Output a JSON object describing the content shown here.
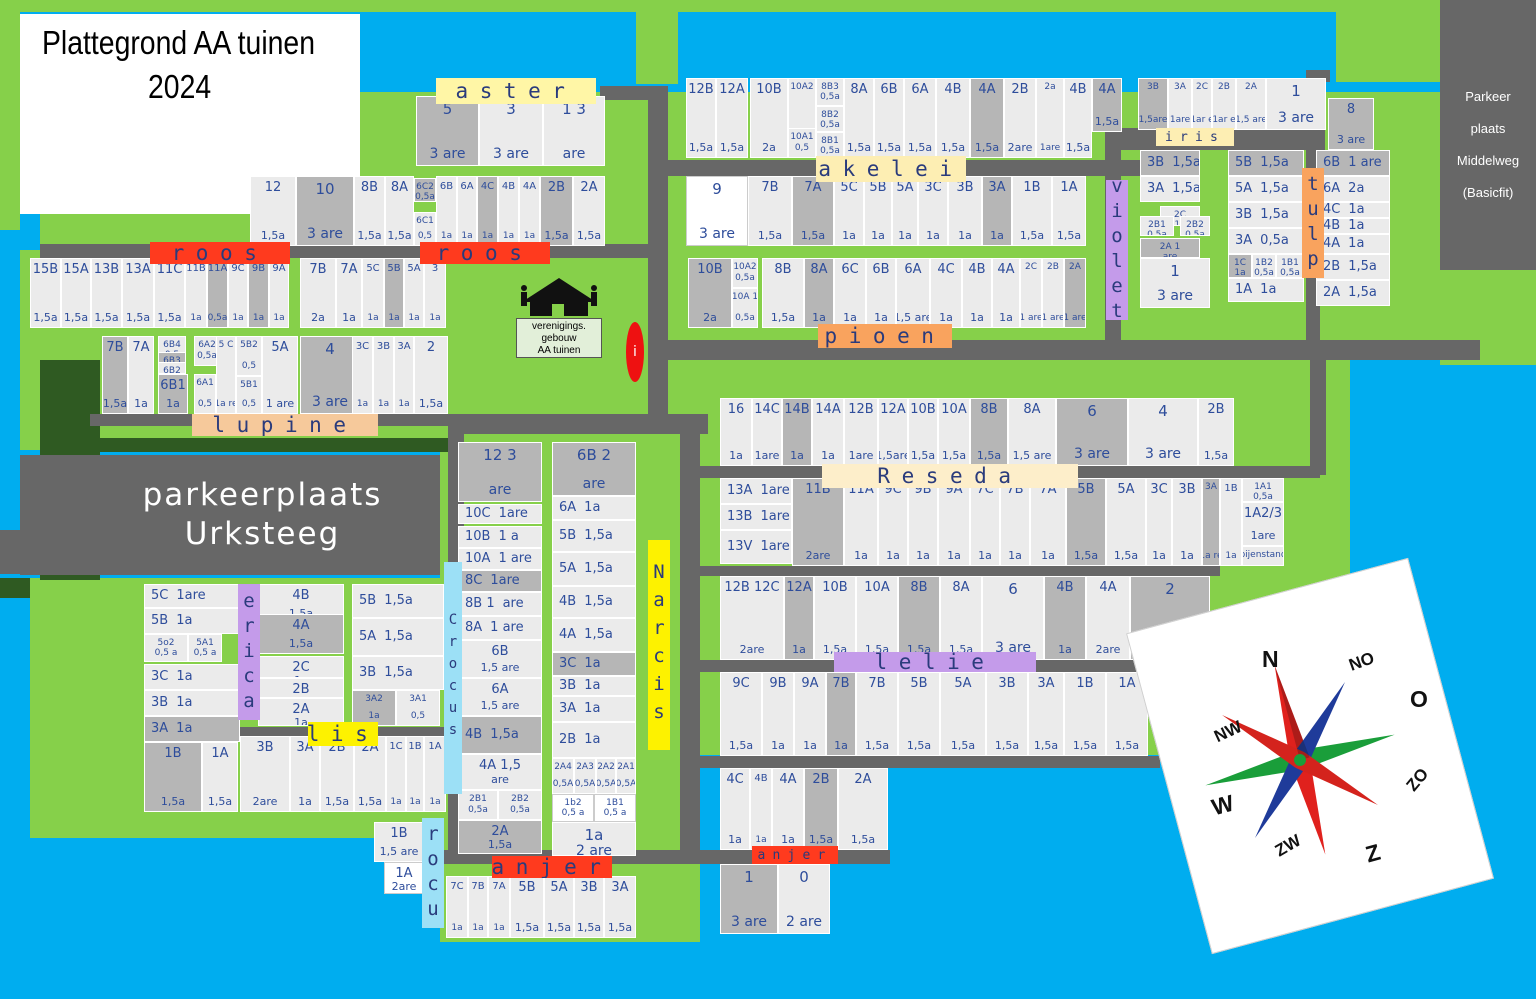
{
  "title": {
    "line1": "Plattegrond AA tuinen",
    "line2": "2024"
  },
  "building": {
    "line1": "verenigings.",
    "line2": "gebouw",
    "line3": "AA tuinen"
  },
  "info_marker": "i",
  "parking_urksteeg": {
    "line1": "parkeerplaats",
    "line2": "Urksteeg"
  },
  "parking_middelweg": {
    "line1": "Parkeer",
    "line2": "plaats",
    "line3": "Middelweg",
    "line4": "(Basicfit)"
  },
  "compass": {
    "N": "N",
    "NO": "NO",
    "O": "O",
    "ZO": "ZO",
    "Z": "Z",
    "ZW": "ZW",
    "W": "W",
    "NW": "NW"
  },
  "colors": {
    "water": "#00adef",
    "grass": "#86d04a",
    "dark_grass": "#2f5a22",
    "path": "#676767",
    "plot_light": "#ebebeb",
    "plot_dark": "#b6b6b6",
    "text_blue": "#2e4d9b"
  },
  "streets": [
    {
      "name": "aster",
      "color": "#fff6a6"
    },
    {
      "name": "akelei",
      "color": "#fdeeb3"
    },
    {
      "name": "iris",
      "color": "#fdeeb3"
    },
    {
      "name": "roos",
      "color": "#ff3a1e"
    },
    {
      "name": "roos",
      "color": "#ff3a1e"
    },
    {
      "name": "violet",
      "color": "#c49bea"
    },
    {
      "name": "tulp",
      "color": "#f9a35e"
    },
    {
      "name": "pioen",
      "color": "#f9a35e"
    },
    {
      "name": "lupine",
      "color": "#f6c99b"
    },
    {
      "name": "Reseda",
      "color": "#fdeeca"
    },
    {
      "name": "Narcis",
      "color": "#fdf200"
    },
    {
      "name": "Crocus",
      "color": "#9ce0f6"
    },
    {
      "name": "crocus",
      "color": "#9ce0f6"
    },
    {
      "name": "erica",
      "color": "#c49bea"
    },
    {
      "name": "lis",
      "color": "#fdf200"
    },
    {
      "name": "lelie",
      "color": "#c49bea"
    },
    {
      "name": "anjer",
      "color": "#ff3a1e"
    },
    {
      "name": "anjer",
      "color": "#ff3a1e"
    }
  ],
  "plots": [
    {
      "id": "5",
      "size": "3 are"
    },
    {
      "id": "3",
      "size": "3 are"
    },
    {
      "id": "1 3",
      "size": "are"
    },
    {
      "id": "12",
      "size": "1,5a"
    },
    {
      "id": "10",
      "size": "3 are"
    },
    {
      "id": "8B",
      "size": "1,5a"
    },
    {
      "id": "8A",
      "size": "1,5a"
    },
    {
      "id": "6C2",
      "size": "0,5a"
    },
    {
      "id": "6C1",
      "size": "0,5"
    },
    {
      "id": "6B",
      "size": "1a"
    },
    {
      "id": "6A",
      "size": "1a"
    },
    {
      "id": "4C",
      "size": "1a"
    },
    {
      "id": "4B",
      "size": "1a"
    },
    {
      "id": "4A",
      "size": "1a"
    },
    {
      "id": "2B",
      "size": "1,5a"
    },
    {
      "id": "2A",
      "size": "1,5a"
    },
    {
      "id": "15B",
      "size": "1,5a"
    },
    {
      "id": "15A",
      "size": "1,5a"
    },
    {
      "id": "13B",
      "size": "1,5a"
    },
    {
      "id": "13A",
      "size": "1,5a"
    },
    {
      "id": "11C",
      "size": "1,5a"
    },
    {
      "id": "11B",
      "size": "1a"
    },
    {
      "id": "11A",
      "size": "0,5a"
    },
    {
      "id": "9C",
      "size": "1a"
    },
    {
      "id": "9B",
      "size": "1a"
    },
    {
      "id": "9A",
      "size": "1a"
    },
    {
      "id": "7B",
      "size": "2a"
    },
    {
      "id": "7A",
      "size": "1a"
    },
    {
      "id": "5C",
      "size": "1a"
    },
    {
      "id": "5B",
      "size": "1a"
    },
    {
      "id": "5A",
      "size": "1a"
    },
    {
      "id": "3",
      "size": "1a"
    },
    {
      "id": "7B",
      "size": "1,5a"
    },
    {
      "id": "7A",
      "size": "1a"
    },
    {
      "id": "6B4",
      "size": "0,5"
    },
    {
      "id": "6B3",
      "size": "0,5"
    },
    {
      "id": "6B2",
      "size": "0,5"
    },
    {
      "id": "6A2",
      "size": "0,5a"
    },
    {
      "id": "6B1",
      "size": "1a"
    },
    {
      "id": "6A1",
      "size": "0,5"
    },
    {
      "id": "5 C",
      "size": "1a re"
    },
    {
      "id": "5B2",
      "size": "0,5"
    },
    {
      "id": "5B1",
      "size": "0,5"
    },
    {
      "id": "5A",
      "size": "1 are"
    },
    {
      "id": "4",
      "size": "3 are"
    },
    {
      "id": "3C",
      "size": "1a"
    },
    {
      "id": "3B",
      "size": "1a"
    },
    {
      "id": "3A",
      "size": "1a"
    },
    {
      "id": "2",
      "size": "1,5a"
    },
    {
      "id": "12B",
      "size": "1,5a"
    },
    {
      "id": "12A",
      "size": "1,5a"
    },
    {
      "id": "10B",
      "size": "2a"
    },
    {
      "id": "10A2",
      "size": "0,5 a"
    },
    {
      "id": "10A1",
      "size": "0,5"
    },
    {
      "id": "8B3",
      "size": "0,5a"
    },
    {
      "id": "8B2",
      "size": "0,5a"
    },
    {
      "id": "8B1",
      "size": "0,5a"
    },
    {
      "id": "8A",
      "size": "1,5a"
    },
    {
      "id": "6B",
      "size": "1,5a"
    },
    {
      "id": "6A",
      "size": "1,5a"
    },
    {
      "id": "4B",
      "size": "1,5a"
    },
    {
      "id": "4A",
      "size": "1,5a"
    },
    {
      "id": "2B",
      "size": "2are"
    },
    {
      "id": "2a",
      "size": "1are"
    },
    {
      "id": "4B",
      "size": "1,5a"
    },
    {
      "id": "4A",
      "size": "1,5a"
    },
    {
      "id": "3B",
      "size": "1,5are"
    },
    {
      "id": "3A",
      "size": "1are"
    },
    {
      "id": "2C",
      "size": "1ar e"
    },
    {
      "id": "2B",
      "size": "1ar e"
    },
    {
      "id": "2A",
      "size": "1,5 are"
    },
    {
      "id": "1",
      "size": "3 are"
    },
    {
      "id": "8",
      "size": "3 are"
    },
    {
      "id": "9",
      "size": "3 are"
    },
    {
      "id": "7B",
      "size": "1,5a"
    },
    {
      "id": "7A",
      "size": "1,5a"
    },
    {
      "id": "5C",
      "size": "1a"
    },
    {
      "id": "5B",
      "size": "1a"
    },
    {
      "id": "5A",
      "size": "1a"
    },
    {
      "id": "3C",
      "size": "1a"
    },
    {
      "id": "3B",
      "size": "1a"
    },
    {
      "id": "3A",
      "size": "1a"
    },
    {
      "id": "1B",
      "size": "1,5a"
    },
    {
      "id": "1A",
      "size": "1,5a"
    },
    {
      "id": "10B",
      "size": "2a"
    },
    {
      "id": "10A2",
      "size": "0,5a"
    },
    {
      "id": "10A 1",
      "size": "0,5a"
    },
    {
      "id": "8B",
      "size": "1,5a"
    },
    {
      "id": "8A",
      "size": "1a"
    },
    {
      "id": "6C",
      "size": "1a"
    },
    {
      "id": "6B",
      "size": "1a"
    },
    {
      "id": "6A",
      "size": "1,5 are"
    },
    {
      "id": "4C",
      "size": "1a"
    },
    {
      "id": "4B",
      "size": "1a"
    },
    {
      "id": "4A",
      "size": "1a"
    },
    {
      "id": "2C",
      "size": "1 are"
    },
    {
      "id": "2B",
      "size": "1 are"
    },
    {
      "id": "2A",
      "size": "1 are"
    },
    {
      "id": "3B",
      "size": "1,5a"
    },
    {
      "id": "3A",
      "size": "1,5a"
    },
    {
      "id": "2C",
      "size": "1a"
    },
    {
      "id": "2B1",
      "size": "0,5a"
    },
    {
      "id": "2B2",
      "size": "0,5a"
    },
    {
      "id": "2A 1",
      "size": "are"
    },
    {
      "id": "1",
      "size": "3 are"
    },
    {
      "id": "5B",
      "size": "1,5a"
    },
    {
      "id": "5A",
      "size": "1,5a"
    },
    {
      "id": "3B",
      "size": "1,5a"
    },
    {
      "id": "3A",
      "size": "0,5a"
    },
    {
      "id": "1C",
      "size": "1a"
    },
    {
      "id": "1B2",
      "size": "0,5a"
    },
    {
      "id": "1B1",
      "size": "0,5a"
    },
    {
      "id": "1A",
      "size": "1a"
    },
    {
      "id": "6B",
      "size": "1 are"
    },
    {
      "id": "6A",
      "size": "2a"
    },
    {
      "id": "4C",
      "size": "1a"
    },
    {
      "id": "4B",
      "size": "1a"
    },
    {
      "id": "4A",
      "size": "1a"
    },
    {
      "id": "2B",
      "size": "1,5a"
    },
    {
      "id": "2A",
      "size": "1,5a"
    },
    {
      "id": "16",
      "size": "1a"
    },
    {
      "id": "14C",
      "size": "1are"
    },
    {
      "id": "14B",
      "size": "1a"
    },
    {
      "id": "14A",
      "size": "1a"
    },
    {
      "id": "12B",
      "size": "1are"
    },
    {
      "id": "12A",
      "size": "1,5are"
    },
    {
      "id": "10B",
      "size": "1,5a"
    },
    {
      "id": "10A",
      "size": "1,5a"
    },
    {
      "id": "8B",
      "size": "1,5a"
    },
    {
      "id": "8A",
      "size": "1,5 are"
    },
    {
      "id": "6",
      "size": "3 are"
    },
    {
      "id": "4",
      "size": "3 are"
    },
    {
      "id": "2B",
      "size": "1,5a"
    },
    {
      "id": "13A",
      "size": "1are"
    },
    {
      "id": "13B",
      "size": "1are"
    },
    {
      "id": "13V",
      "size": "1are"
    },
    {
      "id": "11B",
      "size": "2are"
    },
    {
      "id": "11A",
      "size": "1a"
    },
    {
      "id": "9C",
      "size": "1a"
    },
    {
      "id": "9B",
      "size": "1a"
    },
    {
      "id": "9A",
      "size": "1a"
    },
    {
      "id": "7C",
      "size": "1a"
    },
    {
      "id": "7B",
      "size": "1a"
    },
    {
      "id": "7A",
      "size": "1a"
    },
    {
      "id": "5B",
      "size": "1,5a"
    },
    {
      "id": "5A",
      "size": "1,5a"
    },
    {
      "id": "3C",
      "size": "1a"
    },
    {
      "id": "3B",
      "size": "1a"
    },
    {
      "id": "3A",
      "size": "1a re"
    },
    {
      "id": "1B",
      "size": "1a"
    },
    {
      "id": "1A1",
      "size": "0,5a"
    },
    {
      "id": "1A2/3",
      "size": "1are"
    },
    {
      "id": "bijenstand",
      "size": ""
    },
    {
      "id": "12B 12C",
      "size": "2are"
    },
    {
      "id": "12A",
      "size": "1a"
    },
    {
      "id": "10B",
      "size": "1,5a"
    },
    {
      "id": "10A",
      "size": "1,5a"
    },
    {
      "id": "8B",
      "size": "1,5a"
    },
    {
      "id": "8A",
      "size": "1,5a"
    },
    {
      "id": "6",
      "size": "3 are"
    },
    {
      "id": "4B",
      "size": "1a"
    },
    {
      "id": "4A",
      "size": "2are"
    },
    {
      "id": "2",
      "size": "3 are"
    },
    {
      "id": "9C",
      "size": "1,5a"
    },
    {
      "id": "9B",
      "size": "1a"
    },
    {
      "id": "9A",
      "size": "1a"
    },
    {
      "id": "7B",
      "size": "1a"
    },
    {
      "id": "7B",
      "size": "1,5a"
    },
    {
      "id": "5B",
      "size": "1,5a"
    },
    {
      "id": "5A",
      "size": "1,5a"
    },
    {
      "id": "3B",
      "size": "1,5a"
    },
    {
      "id": "3A",
      "size": "1,5a"
    },
    {
      "id": "1B",
      "size": "1,5a"
    },
    {
      "id": "1A",
      "size": "1,5a"
    },
    {
      "id": "4C",
      "size": "1a"
    },
    {
      "id": "4B",
      "size": "1a"
    },
    {
      "id": "4A",
      "size": "1a"
    },
    {
      "id": "2B",
      "size": "1,5a"
    },
    {
      "id": "2A",
      "size": "1,5a"
    },
    {
      "id": "1",
      "size": "3 are"
    },
    {
      "id": "0",
      "size": "2 are"
    },
    {
      "id": "12 3",
      "size": "are"
    },
    {
      "id": "10C",
      "size": "1are"
    },
    {
      "id": "10B",
      "size": "1 a"
    },
    {
      "id": "10A",
      "size": "1 are"
    },
    {
      "id": "8C",
      "size": "1are"
    },
    {
      "id": "8B 1",
      "size": "are"
    },
    {
      "id": "8A",
      "size": "1 are"
    },
    {
      "id": "6B",
      "size": "1,5 are"
    },
    {
      "id": "6A",
      "size": "1,5 are"
    },
    {
      "id": "4B",
      "size": "1,5a"
    },
    {
      "id": "4A 1,5",
      "size": "are"
    },
    {
      "id": "2B1",
      "size": "0,5a"
    },
    {
      "id": "2B2",
      "size": "0,5a"
    },
    {
      "id": "2A",
      "size": "1,5a"
    },
    {
      "id": "6B 2",
      "size": "are"
    },
    {
      "id": "6A",
      "size": "1a"
    },
    {
      "id": "5B",
      "size": "1,5a"
    },
    {
      "id": "5A",
      "size": "1,5a"
    },
    {
      "id": "4B",
      "size": "1,5a"
    },
    {
      "id": "4A",
      "size": "1,5a"
    },
    {
      "id": "3C",
      "size": "1a"
    },
    {
      "id": "3B",
      "size": "1a"
    },
    {
      "id": "3A",
      "size": "1a"
    },
    {
      "id": "2B",
      "size": "1a"
    },
    {
      "id": "2A4",
      "size": "0,5A"
    },
    {
      "id": "2A3",
      "size": "0,5A"
    },
    {
      "id": "2A2",
      "size": "0,5A"
    },
    {
      "id": "2A1",
      "size": "0,5A"
    },
    {
      "id": "1b2",
      "size": "0,5 a"
    },
    {
      "id": "1B1",
      "size": "0,5 a"
    },
    {
      "id": "1a",
      "size": "2 are"
    },
    {
      "id": "5C",
      "size": "1are"
    },
    {
      "id": "5B",
      "size": "1a"
    },
    {
      "id": "5o2",
      "size": "0,5 a"
    },
    {
      "id": "5A1",
      "size": "0,5 a"
    },
    {
      "id": "3C",
      "size": "1a"
    },
    {
      "id": "3B",
      "size": "1a"
    },
    {
      "id": "3A",
      "size": "1a"
    },
    {
      "id": "1B",
      "size": "1,5a"
    },
    {
      "id": "1A",
      "size": "1,5a"
    },
    {
      "id": "4B",
      "size": "1,5a"
    },
    {
      "id": "4A",
      "size": "1,5a"
    },
    {
      "id": "2C",
      "size": "1a"
    },
    {
      "id": "2B",
      "size": "1a"
    },
    {
      "id": "2A",
      "size": "1a"
    },
    {
      "id": "5B",
      "size": "1,5a"
    },
    {
      "id": "5A",
      "size": "1,5a"
    },
    {
      "id": "3B",
      "size": "1,5a"
    },
    {
      "id": "3A2",
      "size": "1a"
    },
    {
      "id": "3A1",
      "size": "0,5"
    },
    {
      "id": "3B",
      "size": "2are"
    },
    {
      "id": "3A",
      "size": "1a"
    },
    {
      "id": "2B",
      "size": "1,5a"
    },
    {
      "id": "2A",
      "size": "1,5a"
    },
    {
      "id": "1C",
      "size": "1a"
    },
    {
      "id": "1B",
      "size": "1a"
    },
    {
      "id": "1A",
      "size": "1a"
    },
    {
      "id": "1B",
      "size": "1,5 are"
    },
    {
      "id": "1A",
      "size": "2are"
    },
    {
      "id": "7C",
      "size": "1a"
    },
    {
      "id": "7B",
      "size": "1a"
    },
    {
      "id": "7A",
      "size": "1a"
    },
    {
      "id": "5B",
      "size": "1,5a"
    },
    {
      "id": "5A",
      "size": "1,5a"
    },
    {
      "id": "3B",
      "size": "1,5a"
    },
    {
      "id": "3A",
      "size": "1,5a"
    }
  ]
}
